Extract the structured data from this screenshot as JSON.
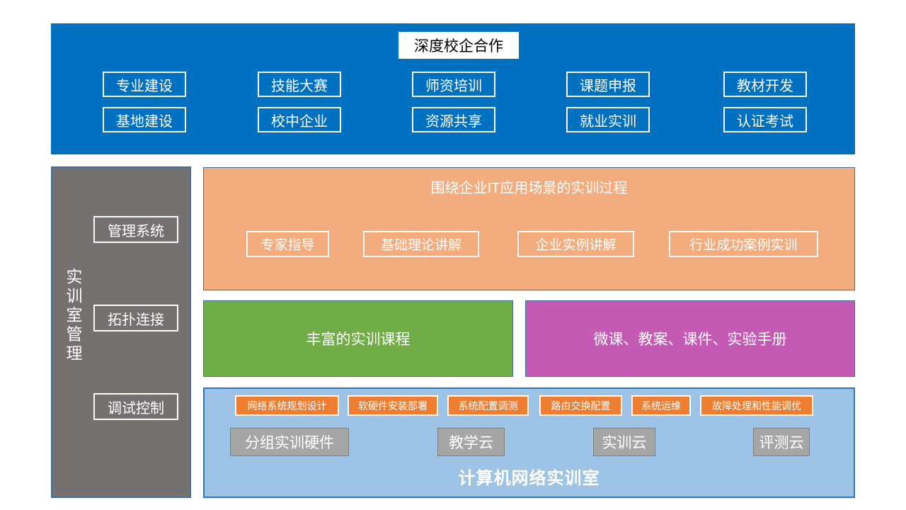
{
  "colors": {
    "banner_blue": "#0070C0",
    "sidebar_gray": "#767171",
    "panel_border": "#41719C",
    "process_orange": "#F3AC7D",
    "courses_green": "#70AD47",
    "materials_purple": "#C45AB4",
    "lab_blue": "#9DC3E6",
    "lab_border": "#2E75B6",
    "skill_orange": "#ED7D31",
    "resource_gray": "#A6A6A6"
  },
  "top_banner": {
    "title": "深度校企合作",
    "row1": [
      "专业建设",
      "技能大赛",
      "师资培训",
      "课题申报",
      "教材开发"
    ],
    "row2": [
      "基地建设",
      "校中企业",
      "资源共享",
      "就业实训",
      "认证考试"
    ]
  },
  "sidebar": {
    "label": "实训室管理",
    "items": [
      "管理系统",
      "拓扑连接",
      "调试控制"
    ]
  },
  "process_panel": {
    "title": "围绕企业IT应用场景的实训过程",
    "items": [
      "专家指导",
      "基础理论讲解",
      "企业实例讲解",
      "行业成功案例实训"
    ]
  },
  "courses_panel": {
    "title": "丰富的实训课程"
  },
  "materials_panel": {
    "title": "微课、教案、课件、实验手册"
  },
  "lab_panel": {
    "skills": [
      "网络系统规划设计",
      "软硬件安装部署",
      "系统配置调测",
      "路由交换配置",
      "系统运维",
      "故障处理和性能调优"
    ],
    "resources": [
      "分组实训硬件",
      "教学云",
      "实训云",
      "评测云"
    ],
    "title": "计算机网络实训室"
  }
}
